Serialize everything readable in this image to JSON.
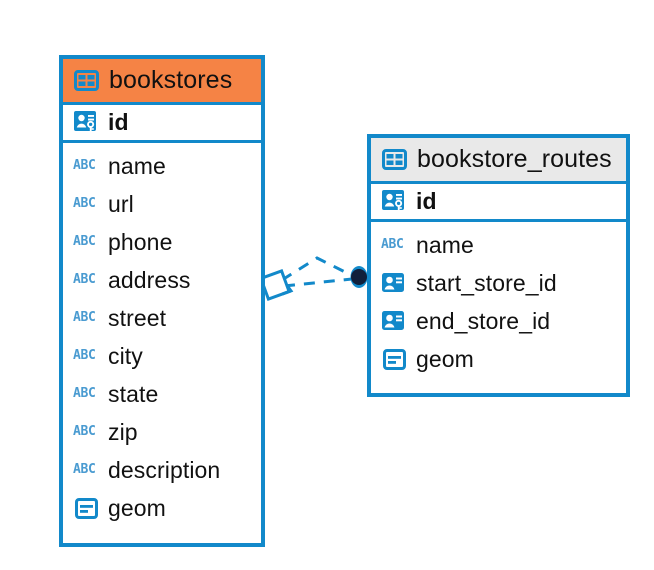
{
  "diagram": {
    "type": "entity-relationship-diagram",
    "background": "#FFFFFF",
    "colors": {
      "border": "#1289CA",
      "header_highlight": "#F58345",
      "header_default": "#E9E9E9",
      "icon_blue": "#1289CA",
      "abc_blue": "#4A9BD1",
      "connector": "#1289CA",
      "connector_endpoint": "#11203B",
      "text": "#111111"
    }
  },
  "tables": [
    {
      "name": "bookstores",
      "header_style": "orange",
      "header_icon": "table-icon",
      "columns": [
        {
          "name": "id",
          "icon": "primary-key-icon",
          "kind": "pk"
        },
        {
          "name": "name",
          "icon": "abc-text-icon",
          "kind": "text"
        },
        {
          "name": "url",
          "icon": "abc-text-icon",
          "kind": "text"
        },
        {
          "name": "phone",
          "icon": "abc-text-icon",
          "kind": "text"
        },
        {
          "name": "address",
          "icon": "abc-text-icon",
          "kind": "text"
        },
        {
          "name": "street",
          "icon": "abc-text-icon",
          "kind": "text"
        },
        {
          "name": "city",
          "icon": "abc-text-icon",
          "kind": "text"
        },
        {
          "name": "state",
          "icon": "abc-text-icon",
          "kind": "text"
        },
        {
          "name": "zip",
          "icon": "abc-text-icon",
          "kind": "text"
        },
        {
          "name": "description",
          "icon": "abc-text-icon",
          "kind": "text"
        },
        {
          "name": "geom",
          "icon": "geometry-icon",
          "kind": "geometry"
        }
      ]
    },
    {
      "name": "bookstore_routes",
      "header_style": "grey",
      "header_icon": "table-icon",
      "columns": [
        {
          "name": "id",
          "icon": "primary-key-icon",
          "kind": "pk"
        },
        {
          "name": "name",
          "icon": "abc-text-icon",
          "kind": "text"
        },
        {
          "name": "start_store_id",
          "icon": "foreign-key-icon",
          "kind": "fk"
        },
        {
          "name": "end_store_id",
          "icon": "foreign-key-icon",
          "kind": "fk"
        },
        {
          "name": "geom",
          "icon": "geometry-icon",
          "kind": "geometry"
        }
      ]
    }
  ],
  "relationship": {
    "style": "dashed",
    "source_marker": "diamond-marker",
    "target_marker": "filled-circle-marker",
    "line_count": 2
  }
}
